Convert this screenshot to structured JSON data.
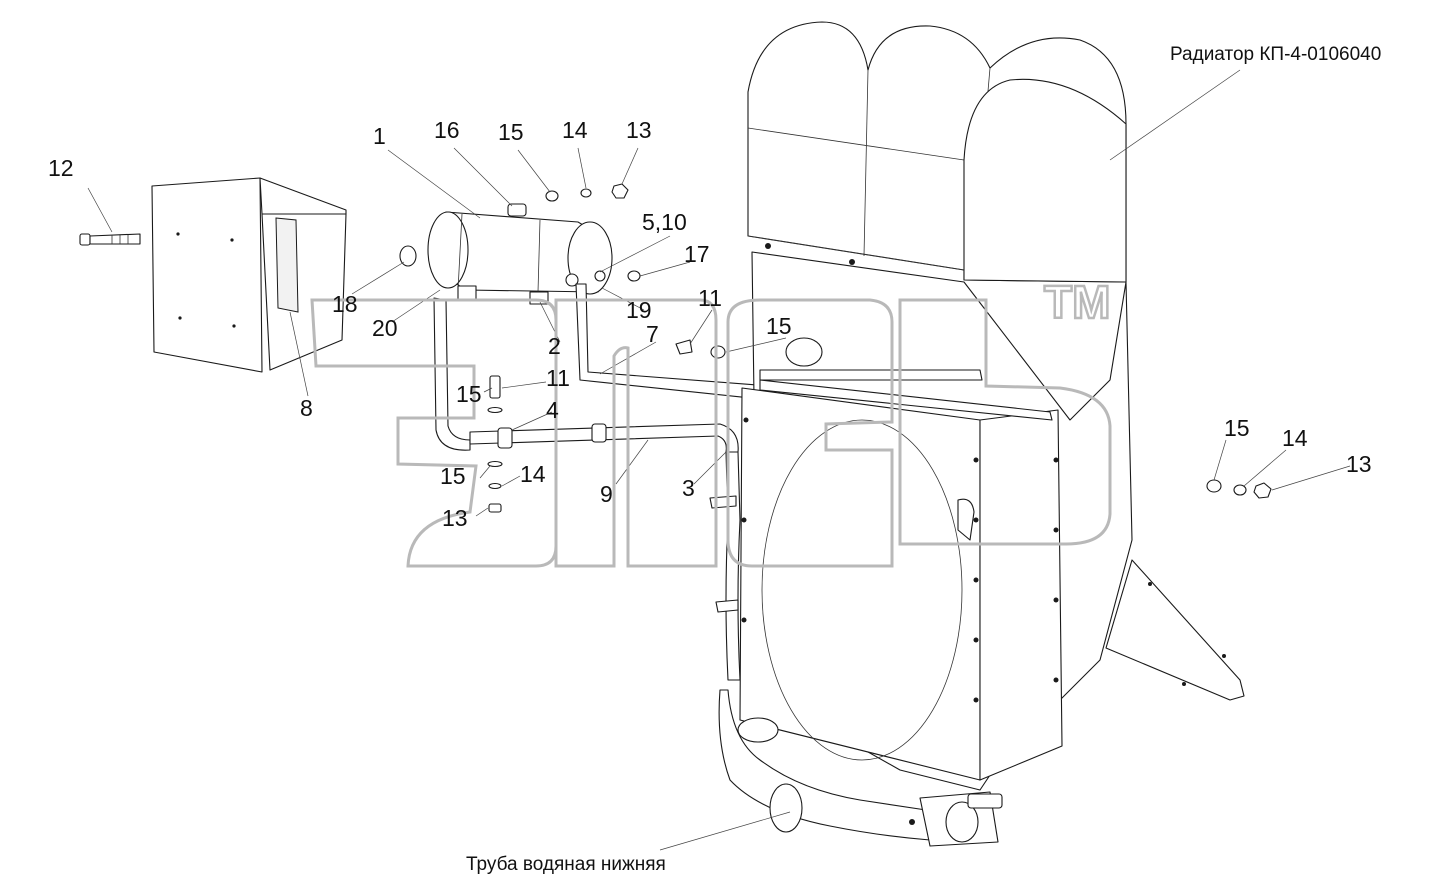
{
  "captions": {
    "radiator": "Радиатор КП-4-0106040",
    "lower_pipe": "Труба водяная нижняя"
  },
  "callouts": [
    {
      "id": "c12",
      "text": "12"
    },
    {
      "id": "c1",
      "text": "1"
    },
    {
      "id": "c16",
      "text": "16"
    },
    {
      "id": "c15a",
      "text": "15"
    },
    {
      "id": "c14a",
      "text": "14"
    },
    {
      "id": "c13a",
      "text": "13"
    },
    {
      "id": "c510",
      "text": "5,10"
    },
    {
      "id": "c17",
      "text": "17"
    },
    {
      "id": "c18",
      "text": "18"
    },
    {
      "id": "c20",
      "text": "20"
    },
    {
      "id": "c19",
      "text": "19"
    },
    {
      "id": "c11a",
      "text": "11"
    },
    {
      "id": "c7",
      "text": "7"
    },
    {
      "id": "c15b",
      "text": "15"
    },
    {
      "id": "c2",
      "text": "2"
    },
    {
      "id": "c8",
      "text": "8"
    },
    {
      "id": "c15c",
      "text": "15"
    },
    {
      "id": "c11b",
      "text": "11"
    },
    {
      "id": "c4",
      "text": "4"
    },
    {
      "id": "c15d",
      "text": "15"
    },
    {
      "id": "c14b",
      "text": "14"
    },
    {
      "id": "c9",
      "text": "9"
    },
    {
      "id": "c3",
      "text": "3"
    },
    {
      "id": "c13b",
      "text": "13"
    },
    {
      "id": "c15e",
      "text": "15"
    },
    {
      "id": "c14c",
      "text": "14"
    },
    {
      "id": "c13c",
      "text": "13"
    }
  ],
  "watermark": {
    "mark": "ТМ"
  },
  "colors": {
    "line": "#1a1a1a",
    "watermark": "#b9b9b9",
    "background": "#ffffff"
  }
}
